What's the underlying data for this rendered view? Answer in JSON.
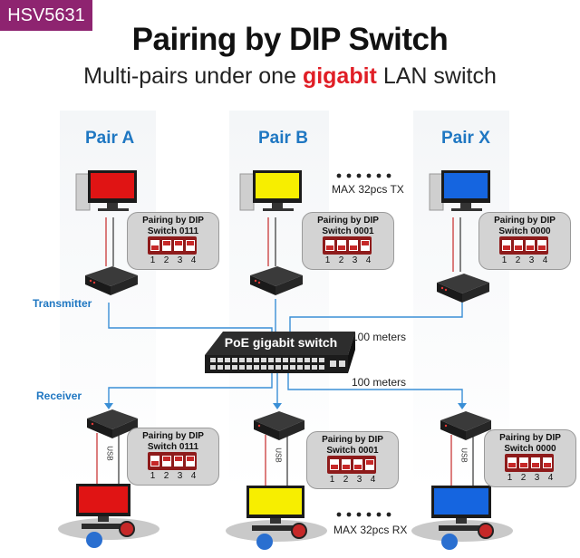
{
  "badge": "HSV5631",
  "title": "Pairing by DIP Switch",
  "subtitle": {
    "prefix": "Multi-pairs under one ",
    "highlight": "gigabit",
    "suffix": " LAN switch"
  },
  "pairs": [
    {
      "name": "Pair A",
      "tx_screen_color": "#e01414",
      "rx_screen_color": "#e01414",
      "tx_dip_label": "Pairing by DIP Switch 0111",
      "rx_dip_label": "Pairing by DIP Switch 0111"
    },
    {
      "name": "Pair B",
      "tx_screen_color": "#f7ee00",
      "rx_screen_color": "#f7ee00",
      "tx_dip_label": "Pairing by DIP Switch 0001",
      "rx_dip_label": "Pairing by DIP Switch 0001"
    },
    {
      "name": "Pair X",
      "tx_screen_color": "#1565e0",
      "rx_screen_color": "#1565e0",
      "tx_dip_label": "Pairing by DIP Switch 0000",
      "rx_dip_label": "Pairing by DIP Switch 0000"
    }
  ],
  "dip_numbers": [
    "1",
    "2",
    "3",
    "4"
  ],
  "labels": {
    "transmitter": "Transmitter",
    "receiver": "Receiver",
    "switch": "PoE gigabit switch",
    "distance_top": "100 meters",
    "distance_bottom": "100 meters",
    "max_tx": "MAX 32pcs TX",
    "max_rx": "MAX 32pcs RX",
    "usb": "USB"
  },
  "colors": {
    "accent": "#1f77c2",
    "badge": "#8e2470",
    "highlight": "#e01e26",
    "cable": "#3a8fd6"
  }
}
